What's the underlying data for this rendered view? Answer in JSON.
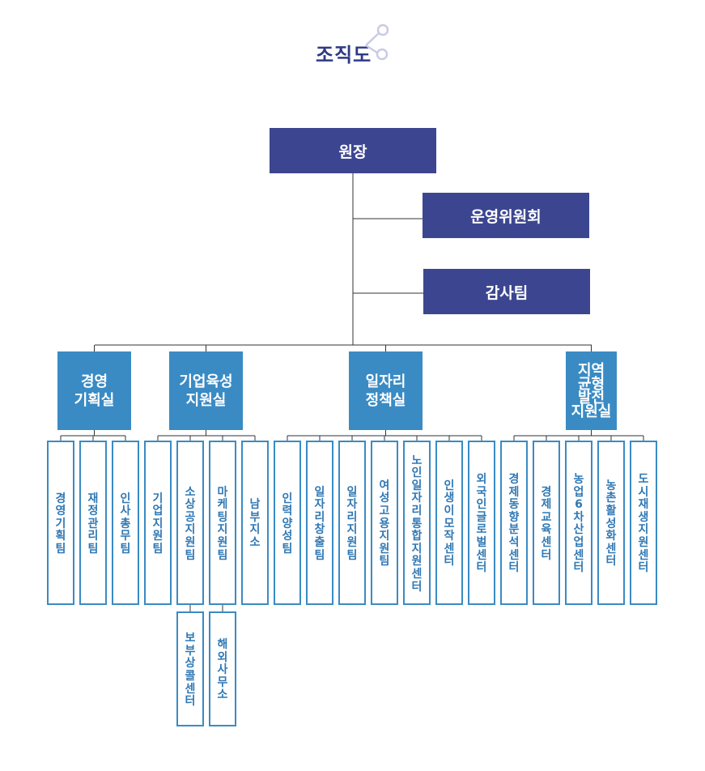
{
  "page_title": "조직도",
  "colors": {
    "title": "#2e3a87",
    "top_box": "#3c4690",
    "division_box": "#3a8bc4",
    "team_border": "#3a8bc4",
    "team_text": "#2f78b4",
    "line": "#333333"
  },
  "top": {
    "director": "원장",
    "steering_committee": "운영위원회",
    "audit_team": "감사팀"
  },
  "divisions": [
    {
      "label": "경영\n기획실",
      "teams": [
        "경영기획팀",
        "재정관리팀",
        "인사총무팀"
      ]
    },
    {
      "label": "기업육성\n지원실",
      "teams": [
        "기업지원팀",
        "소상공지원팀",
        "마케팅지원팀",
        "남부지소"
      ],
      "sub_teams": [
        "보부상콜센터",
        "해외사무소"
      ]
    },
    {
      "label": "일자리\n정책실",
      "teams": [
        "인력양성팀",
        "일자리창출팀",
        "일자리지원팀",
        "여성고용지원팀",
        "노인일자리통합지원센터",
        "인생이모작센터",
        "외국인글로벌센터"
      ]
    },
    {
      "label": "지역\n균형\n발전\n지원실",
      "teams": [
        "경제동향분석센터",
        "경제교육센터",
        "농업6차산업센터",
        "농촌활성화센터",
        "도시재생지원센터"
      ]
    }
  ]
}
